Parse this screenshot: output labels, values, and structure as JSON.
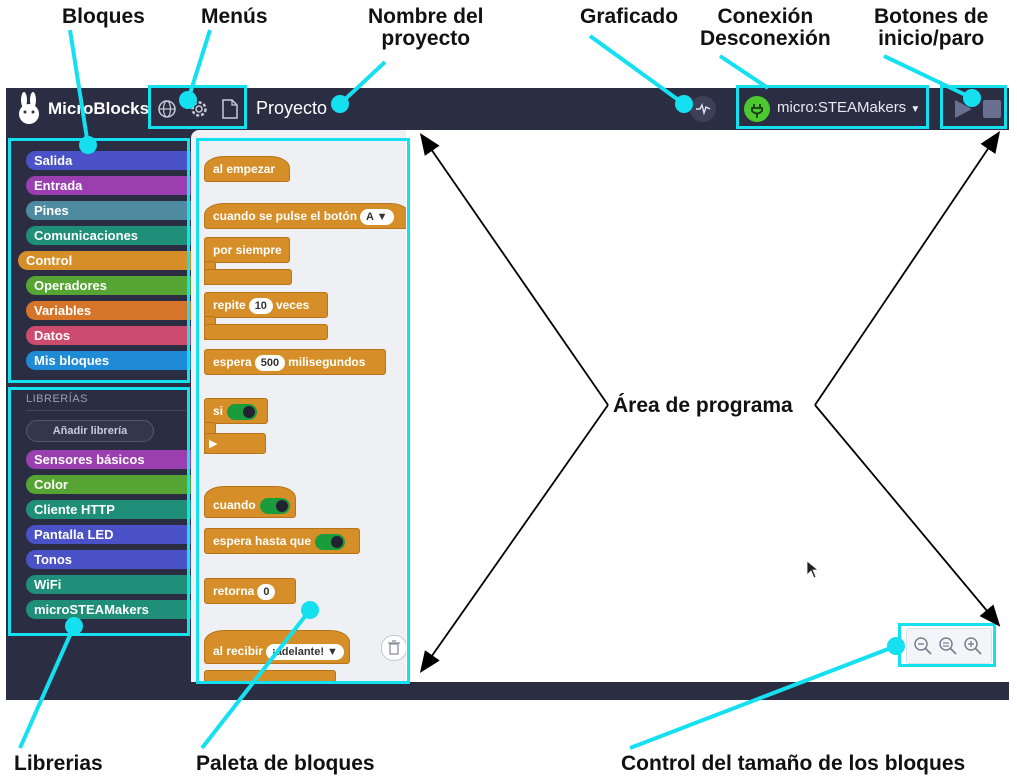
{
  "annotations": {
    "blocks": "Bloques",
    "menus": "Menús",
    "project_name": "Nombre del\nproyecto",
    "plotting": "Graficado",
    "connection": "Conexión\nDesconexión",
    "start_stop": "Botones de\ninicio/paro",
    "program_area": "Área de programa",
    "libraries": "Librerias",
    "palette": "Paleta de bloques",
    "zoom_control": "Control del tamaño de los bloques"
  },
  "app": {
    "name": "MicroBlocks",
    "project": "Proyecto",
    "board": "micro:STEAMakers"
  },
  "categories": [
    {
      "label": "Salida",
      "color": "#4b52c8"
    },
    {
      "label": "Entrada",
      "color": "#9b3fb0"
    },
    {
      "label": "Pines",
      "color": "#4e8aa0"
    },
    {
      "label": "Comunicaciones",
      "color": "#1f8f7a"
    },
    {
      "label": "Control",
      "color": "#d68f28"
    },
    {
      "label": "Operadores",
      "color": "#56a533"
    },
    {
      "label": "Variables",
      "color": "#d6752a"
    },
    {
      "label": "Datos",
      "color": "#cc4b6e"
    },
    {
      "label": "Mis bloques",
      "color": "#1f8ad6"
    }
  ],
  "libraries": {
    "header": "LIBRERÍAS",
    "add_button": "Añadir librería",
    "items": [
      {
        "label": "Sensores básicos",
        "color": "#9b3fb0"
      },
      {
        "label": "Color",
        "color": "#56a533"
      },
      {
        "label": "Cliente HTTP",
        "color": "#1f8f7a"
      },
      {
        "label": "Pantalla LED",
        "color": "#4b52c8"
      },
      {
        "label": "Tonos",
        "color": "#4b52c8"
      },
      {
        "label": "WiFi",
        "color": "#1f8f7a"
      },
      {
        "label": "microSTEAMakers",
        "color": "#1f8f7a"
      }
    ]
  },
  "palette": {
    "when_started": "al empezar",
    "when_button": "cuando se pulse el botón",
    "button_value": "A",
    "forever": "por siempre",
    "repeat": "repite",
    "repeat_count": "10",
    "times": "veces",
    "wait": "espera",
    "wait_ms": "500",
    "milliseconds": "milisegundos",
    "if": "si",
    "when": "cuando",
    "wait_until": "espera hasta que",
    "return": "retorna",
    "return_value": "0",
    "when_receive": "al recibir",
    "message": "¡adelante!"
  }
}
